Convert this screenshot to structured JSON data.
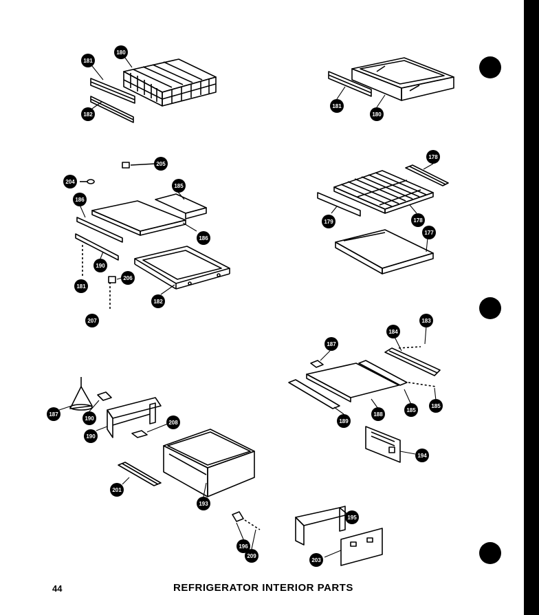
{
  "footer": {
    "page_number": "44",
    "title": "REFRIGERATOR INTERIOR PARTS"
  },
  "callouts": {
    "c1": "181",
    "c2": "180",
    "c3": "182",
    "c4": "181",
    "c5": "180",
    "c6": "205",
    "c7": "204",
    "c8": "185",
    "c9": "186",
    "c10": "186",
    "c11": "190",
    "c12": "206",
    "c13": "181",
    "c14": "182",
    "c15": "207",
    "c16": "178",
    "c17": "179",
    "c18": "178",
    "c19": "177",
    "c20": "187",
    "c21": "184",
    "c22": "183",
    "c23": "189",
    "c24": "188",
    "c25": "185",
    "c26": "185",
    "c27": "194",
    "c28": "187",
    "c29": "190",
    "c30": "190",
    "c31": "208",
    "c32": "201",
    "c33": "193",
    "c34": "195",
    "c35": "196",
    "c36": "209",
    "c37": "203"
  },
  "colors": {
    "ink": "#000000",
    "paper": "#ffffff"
  }
}
